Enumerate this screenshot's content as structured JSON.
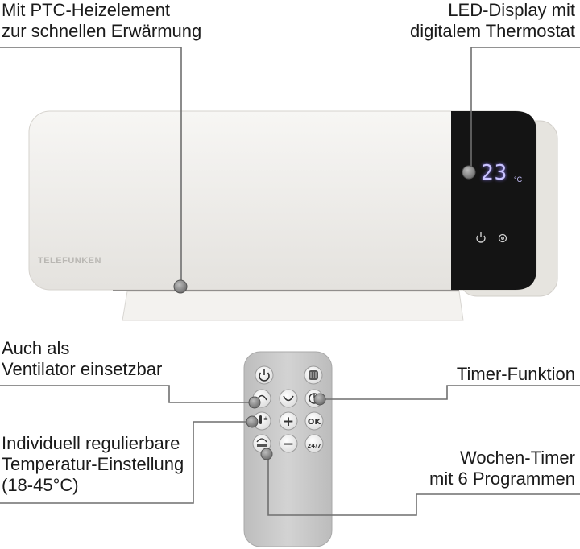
{
  "labels": {
    "ptc": [
      "Mit PTC-Heizelement",
      "zur schnellen Erwärmung"
    ],
    "led": [
      "LED-Display mit",
      "digitalem Thermostat"
    ],
    "fan": [
      "Auch als",
      "Ventilator einsetzbar"
    ],
    "timer": [
      "Timer-Funktion"
    ],
    "temp": [
      "Individuell regulierbare",
      "Temperatur-Einstellung",
      "(18-45°C)"
    ],
    "week": [
      "Wochen-Timer",
      "mit 6 Programmen"
    ]
  },
  "heater": {
    "brand": "TELEFUNKEN",
    "display_temp": "23",
    "display_unit": "°C"
  },
  "remote": {
    "plus": "+",
    "minus": "−",
    "ok": "OK",
    "week_btn": "24/7"
  },
  "colors": {
    "callout_line": "#6f6f6f",
    "heater_body": "#f1efec",
    "display_panel": "#141414",
    "remote_body": "#c9c9c9"
  }
}
